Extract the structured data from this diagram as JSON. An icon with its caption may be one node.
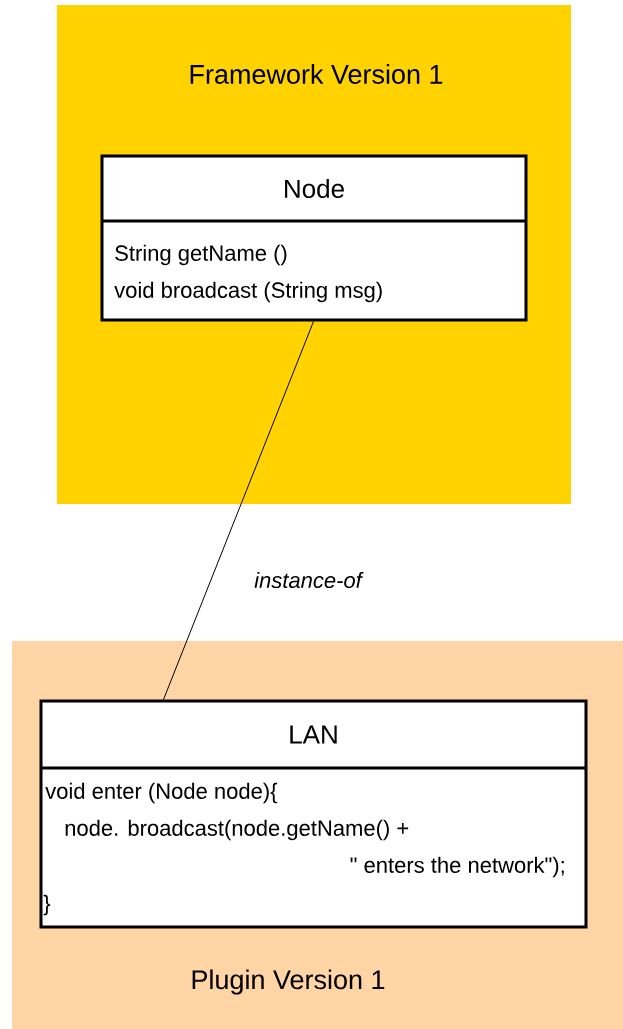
{
  "diagram": {
    "nodes": [
      {
        "text": [
          "Framework Version 1"
        ]
      },
      {
        "text": [
          "Node",
          "String getName ()",
          "void broadcast (String msg)"
        ],
        "in": 0
      },
      {
        "text": [
          "Plugin Version 1"
        ]
      },
      {
        "text": [
          "LAN",
          "void enter (Node node){",
          "node. broadcast(node.getName() +",
          "\" enters the network\");",
          "}"
        ],
        "in": 2
      }
    ],
    "edges": [
      {
        "from": 1,
        "to": 3,
        "arrow": "none",
        "label": "instance-of"
      }
    ]
  }
}
